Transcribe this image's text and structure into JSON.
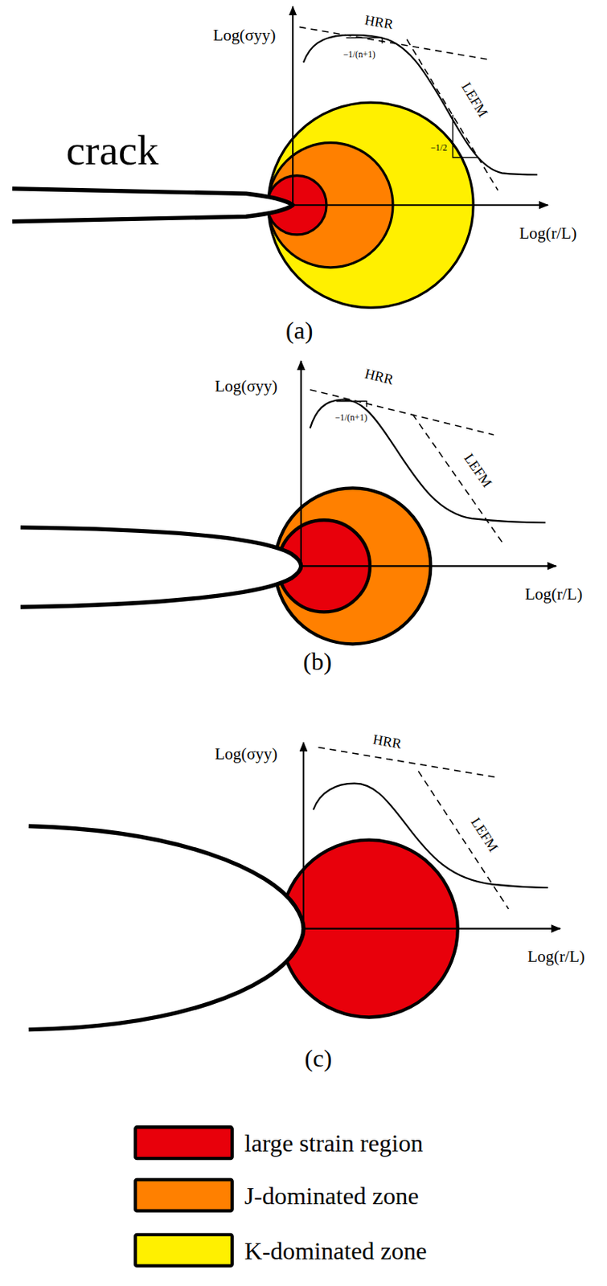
{
  "diagram": {
    "labels": [
      "Log(σyy)",
      "HRR",
      "−1/(n+1)",
      "LEFM",
      "−1/2",
      "crack",
      "Log(r/L)",
      "(a)",
      "Log(σyy)",
      "HRR",
      "−1/(n+1)",
      "LEFM",
      "Log(r/L)",
      "(b)",
      "Log(σyy)",
      "HRR",
      "LEFM",
      "Log(r/L)",
      "(c)"
    ],
    "legend": [
      {
        "text": "large strain region",
        "color": "#e8000b"
      },
      {
        "text": "J-dominated zone",
        "color": "#ff8000"
      },
      {
        "text": "K-dominated zone",
        "color": "#fff000"
      }
    ]
  }
}
